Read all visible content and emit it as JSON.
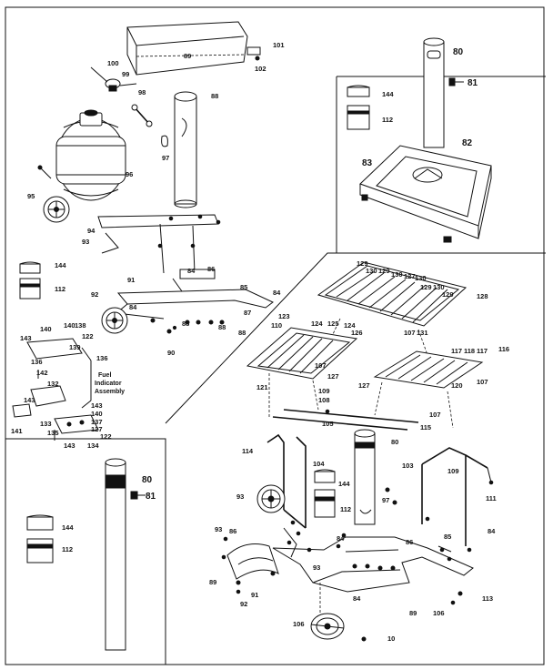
{
  "labels": {
    "p80": "80",
    "p81": "81",
    "p82": "82",
    "p83": "83",
    "p84": "84",
    "p85": "85",
    "p86": "86",
    "p87": "87",
    "p88": "88",
    "p89": "89",
    "p90": "90",
    "p91": "91",
    "p92": "92",
    "p93": "93",
    "p94": "94",
    "p95": "95",
    "p96": "96",
    "p97": "97",
    "p98": "98",
    "p99": "99",
    "p100": "100",
    "p101": "101",
    "p102": "102",
    "p103": "103",
    "p104": "104",
    "p105": "105",
    "p106": "106",
    "p107": "107",
    "p108": "108",
    "p109": "109",
    "p110": "110",
    "p111": "111",
    "p112": "112",
    "p113": "113",
    "p114": "114",
    "p115": "115",
    "p116": "116",
    "p117": "117",
    "p118": "118",
    "p120": "120",
    "p121": "121",
    "p122": "122",
    "p123": "123",
    "p124": "124",
    "p125": "125",
    "p126": "126",
    "p127": "127",
    "p128": "128",
    "p129": "129",
    "p130": "130",
    "p131": "131",
    "p132": "132",
    "p133": "133",
    "p134": "134",
    "p135": "135",
    "p136": "136",
    "p137": "137",
    "p138": "138",
    "p139": "139",
    "p140": "140",
    "p141": "141",
    "p142": "142",
    "p143": "143",
    "p144": "144",
    "p10": "10"
  },
  "caption": {
    "line1": "Fuel",
    "line2": "Indicator",
    "line3": "Assembly"
  }
}
